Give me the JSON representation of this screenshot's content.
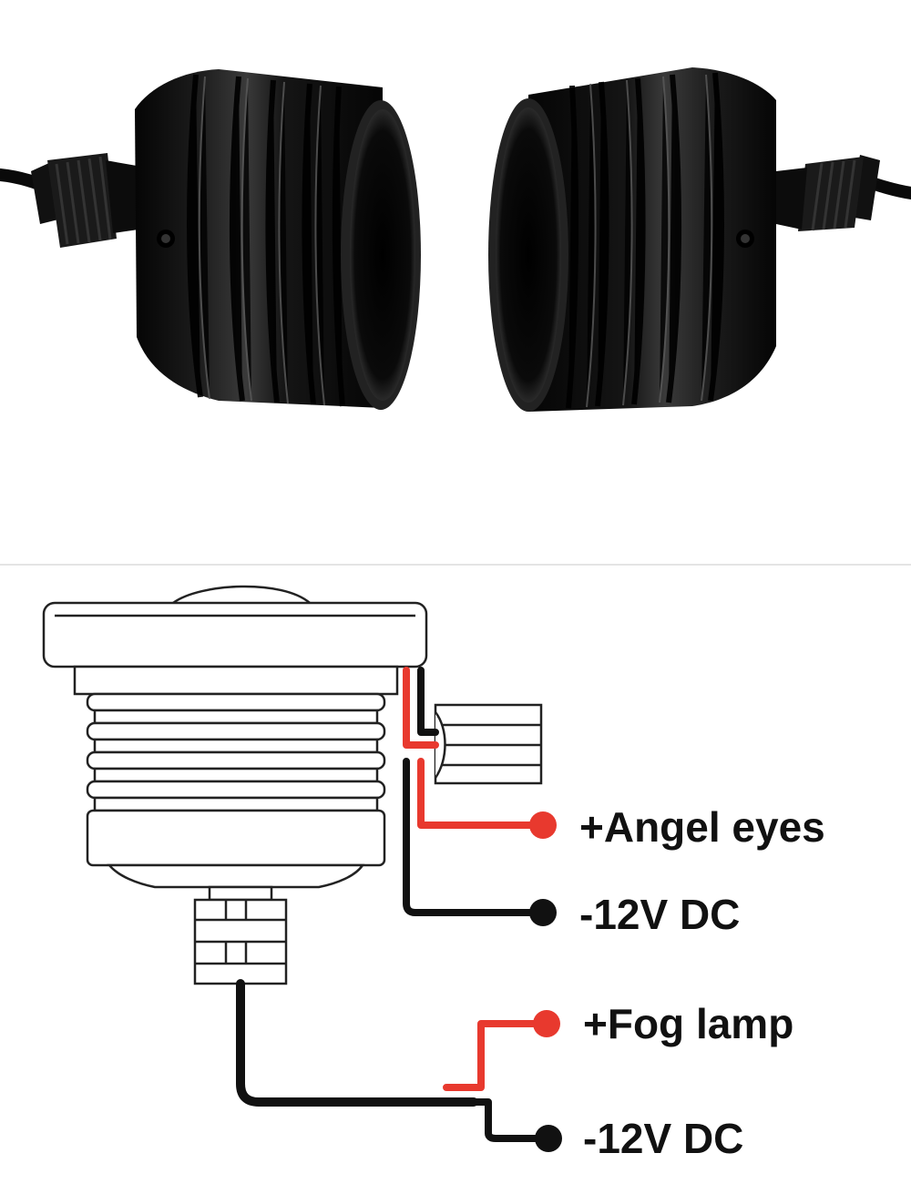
{
  "photo": {
    "left_lamp": {
      "name": "left-lamp-housing"
    },
    "right_lamp": {
      "name": "right-lamp-housing"
    }
  },
  "diagram": {
    "labels": {
      "angel_eyes_positive": "+Angel eyes",
      "angel_eyes_negative": "-12V DC",
      "fog_lamp_positive": "+Fog lamp",
      "fog_lamp_negative": "-12V DC"
    },
    "colors": {
      "positive_wire": "#e8392e",
      "negative_wire": "#111111",
      "housing_metal": "#0b0b0b",
      "outline": "#222222"
    }
  }
}
